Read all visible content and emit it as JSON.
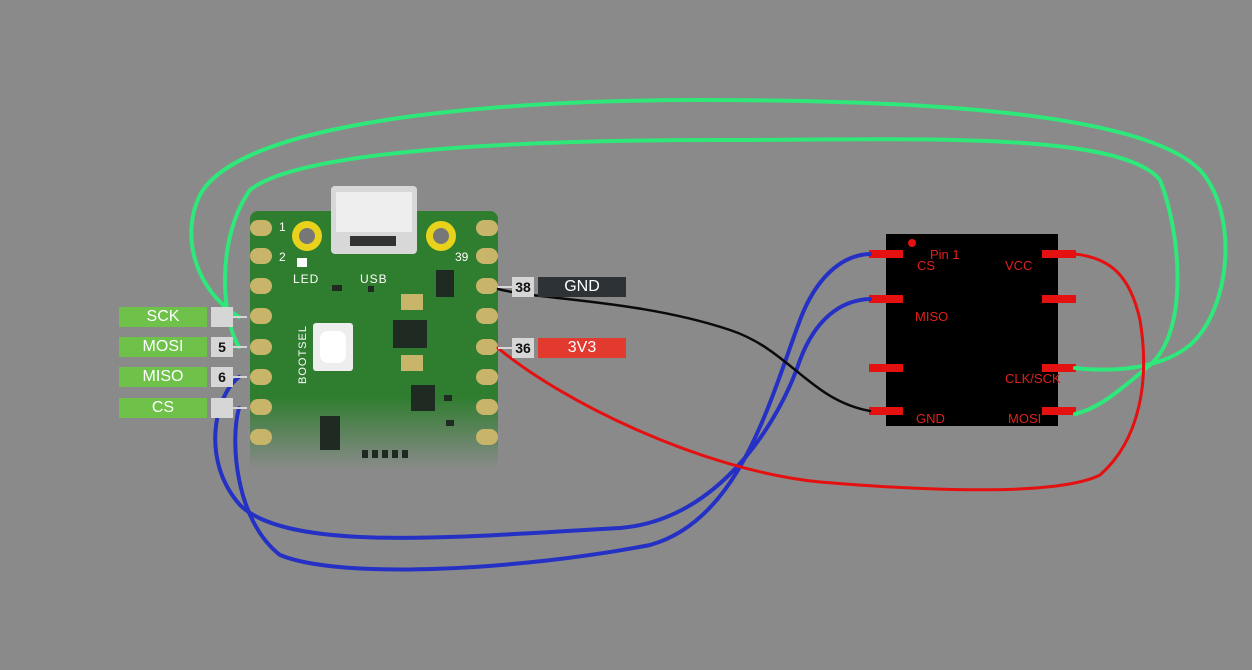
{
  "board": {
    "usb_label": "USB",
    "led_label": "LED",
    "bootsel_label": "BOOTSEL",
    "pin1_label": "1",
    "pin2_label": "2",
    "pin39_label": "39"
  },
  "left_pins": [
    {
      "label": "SCK",
      "number": ""
    },
    {
      "label": "MOSI",
      "number": "5"
    },
    {
      "label": "MISO",
      "number": "6"
    },
    {
      "label": "CS",
      "number": ""
    }
  ],
  "right_pins": [
    {
      "label": "GND",
      "number": "38"
    },
    {
      "label": "3V3",
      "number": "36"
    }
  ],
  "chip": {
    "pin1_marker": "Pin 1",
    "left_labels": [
      "CS",
      "MISO",
      "GND"
    ],
    "right_labels": [
      "VCC",
      "CLK/SCK",
      "MOSI"
    ]
  },
  "colors": {
    "background": "#8a8a8a",
    "board": "#2f7d2f",
    "spi_wire": "#2431c4",
    "clock_wire": "#2ee87a",
    "ground_wire": "#0a0a0a",
    "power_wire": "#e51010",
    "chip_pad": "#e51010"
  }
}
